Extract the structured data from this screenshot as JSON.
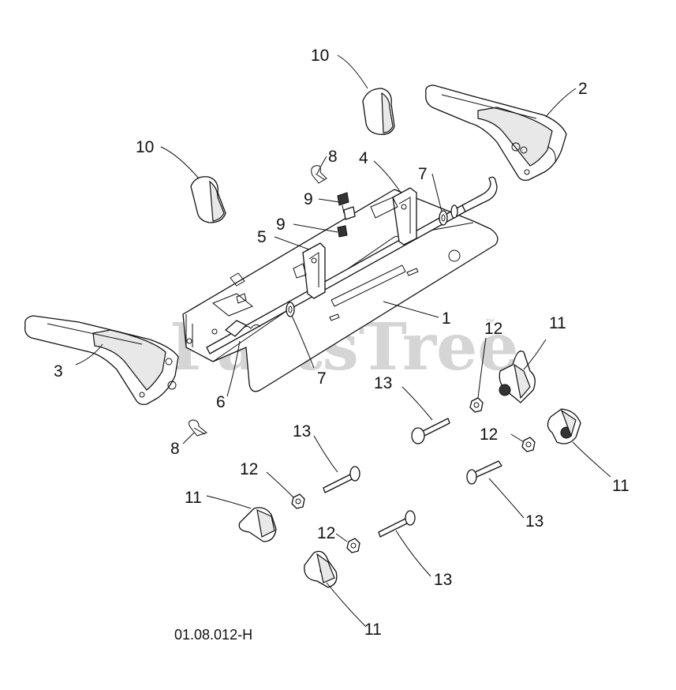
{
  "diagram": {
    "drawing_code": "01.08.012-H",
    "watermark": "PartsTree",
    "watermark_tm": "™",
    "callouts": [
      {
        "id": "c1",
        "label": "1"
      },
      {
        "id": "c2",
        "label": "2"
      },
      {
        "id": "c3",
        "label": "3"
      },
      {
        "id": "c4",
        "label": "4"
      },
      {
        "id": "c5",
        "label": "5"
      },
      {
        "id": "c6",
        "label": "6"
      },
      {
        "id": "c7a",
        "label": "7"
      },
      {
        "id": "c7b",
        "label": "7"
      },
      {
        "id": "c8a",
        "label": "8"
      },
      {
        "id": "c8b",
        "label": "8"
      },
      {
        "id": "c9a",
        "label": "9"
      },
      {
        "id": "c9b",
        "label": "9"
      },
      {
        "id": "c10a",
        "label": "10"
      },
      {
        "id": "c10b",
        "label": "10"
      },
      {
        "id": "c11a",
        "label": "11"
      },
      {
        "id": "c11b",
        "label": "11"
      },
      {
        "id": "c11c",
        "label": "11"
      },
      {
        "id": "c11d",
        "label": "11"
      },
      {
        "id": "c12a",
        "label": "12"
      },
      {
        "id": "c12b",
        "label": "12"
      },
      {
        "id": "c12c",
        "label": "12"
      },
      {
        "id": "c12d",
        "label": "12"
      },
      {
        "id": "c13a",
        "label": "13"
      },
      {
        "id": "c13b",
        "label": "13"
      },
      {
        "id": "c13c",
        "label": "13"
      },
      {
        "id": "c13d",
        "label": "13"
      }
    ]
  }
}
